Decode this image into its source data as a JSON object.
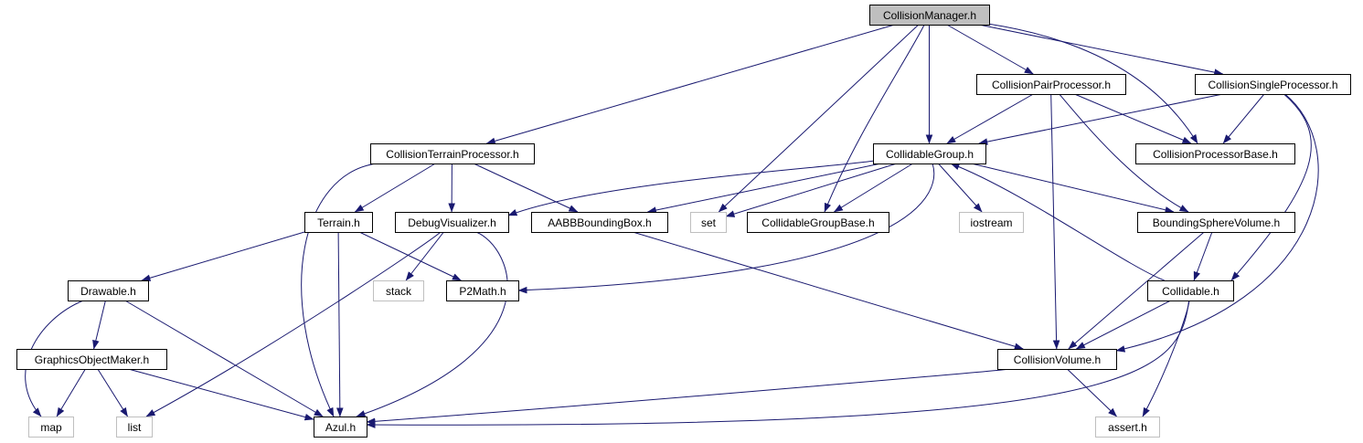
{
  "diagram": {
    "edge_color": "#191970",
    "nodes": [
      {
        "id": "collision-manager",
        "label": "CollisionManager.h",
        "kind": "root"
      },
      {
        "id": "collision-pair-processor",
        "label": "CollisionPairProcessor.h",
        "kind": "project"
      },
      {
        "id": "collision-single-processor",
        "label": "CollisionSingleProcessor.h",
        "kind": "project"
      },
      {
        "id": "collision-terrain-processor",
        "label": "CollisionTerrainProcessor.h",
        "kind": "project"
      },
      {
        "id": "collidable-group",
        "label": "CollidableGroup.h",
        "kind": "project"
      },
      {
        "id": "collision-processor-base",
        "label": "CollisionProcessorBase.h",
        "kind": "project"
      },
      {
        "id": "terrain",
        "label": "Terrain.h",
        "kind": "project"
      },
      {
        "id": "debug-visualizer",
        "label": "DebugVisualizer.h",
        "kind": "project"
      },
      {
        "id": "aabb-bounding-box",
        "label": "AABBBoundingBox.h",
        "kind": "project"
      },
      {
        "id": "set",
        "label": "set",
        "kind": "system"
      },
      {
        "id": "collidable-group-base",
        "label": "CollidableGroupBase.h",
        "kind": "project"
      },
      {
        "id": "iostream",
        "label": "iostream",
        "kind": "system"
      },
      {
        "id": "bounding-sphere-volume",
        "label": "BoundingSphereVolume.h",
        "kind": "project"
      },
      {
        "id": "drawable",
        "label": "Drawable.h",
        "kind": "project"
      },
      {
        "id": "stack",
        "label": "stack",
        "kind": "system"
      },
      {
        "id": "p2math",
        "label": "P2Math.h",
        "kind": "project"
      },
      {
        "id": "collidable",
        "label": "Collidable.h",
        "kind": "project"
      },
      {
        "id": "graphics-object-maker",
        "label": "GraphicsObjectMaker.h",
        "kind": "project"
      },
      {
        "id": "collision-volume",
        "label": "CollisionVolume.h",
        "kind": "project"
      },
      {
        "id": "map",
        "label": "map",
        "kind": "system"
      },
      {
        "id": "list",
        "label": "list",
        "kind": "system"
      },
      {
        "id": "azul",
        "label": "Azul.h",
        "kind": "project"
      },
      {
        "id": "assert",
        "label": "assert.h",
        "kind": "system"
      }
    ],
    "edges": [
      {
        "from": "collision-manager",
        "to": "collision-pair-processor"
      },
      {
        "from": "collision-manager",
        "to": "collision-single-processor"
      },
      {
        "from": "collision-manager",
        "to": "collision-terrain-processor"
      },
      {
        "from": "collision-manager",
        "to": "collidable-group"
      },
      {
        "from": "collision-manager",
        "to": "collision-processor-base"
      },
      {
        "from": "collision-manager",
        "to": "set"
      },
      {
        "from": "collision-manager",
        "to": "collidable-group-base"
      },
      {
        "from": "collision-pair-processor",
        "to": "collidable-group"
      },
      {
        "from": "collision-pair-processor",
        "to": "collision-processor-base"
      },
      {
        "from": "collision-pair-processor",
        "to": "bounding-sphere-volume"
      },
      {
        "from": "collision-pair-processor",
        "to": "collision-volume"
      },
      {
        "from": "collision-single-processor",
        "to": "collidable-group"
      },
      {
        "from": "collision-single-processor",
        "to": "collision-processor-base"
      },
      {
        "from": "collision-single-processor",
        "to": "collidable"
      },
      {
        "from": "collision-single-processor",
        "to": "collision-volume"
      },
      {
        "from": "collision-terrain-processor",
        "to": "terrain"
      },
      {
        "from": "collision-terrain-processor",
        "to": "debug-visualizer"
      },
      {
        "from": "collision-terrain-processor",
        "to": "aabb-bounding-box"
      },
      {
        "from": "collision-terrain-processor",
        "to": "azul"
      },
      {
        "from": "collidable-group",
        "to": "debug-visualizer"
      },
      {
        "from": "collidable-group",
        "to": "aabb-bounding-box"
      },
      {
        "from": "collidable-group",
        "to": "set"
      },
      {
        "from": "collidable-group",
        "to": "collidable-group-base"
      },
      {
        "from": "collidable-group",
        "to": "iostream"
      },
      {
        "from": "collidable-group",
        "to": "bounding-sphere-volume"
      },
      {
        "from": "collidable-group",
        "to": "p2math"
      },
      {
        "from": "collidable",
        "to": "collidable-group"
      },
      {
        "from": "terrain",
        "to": "drawable"
      },
      {
        "from": "terrain",
        "to": "p2math"
      },
      {
        "from": "terrain",
        "to": "azul"
      },
      {
        "from": "debug-visualizer",
        "to": "stack"
      },
      {
        "from": "debug-visualizer",
        "to": "list"
      },
      {
        "from": "debug-visualizer",
        "to": "azul"
      },
      {
        "from": "aabb-bounding-box",
        "to": "collision-volume"
      },
      {
        "from": "bounding-sphere-volume",
        "to": "collidable"
      },
      {
        "from": "bounding-sphere-volume",
        "to": "collision-volume"
      },
      {
        "from": "drawable",
        "to": "graphics-object-maker"
      },
      {
        "from": "drawable",
        "to": "map"
      },
      {
        "from": "drawable",
        "to": "azul"
      },
      {
        "from": "graphics-object-maker",
        "to": "map"
      },
      {
        "from": "graphics-object-maker",
        "to": "list"
      },
      {
        "from": "graphics-object-maker",
        "to": "azul"
      },
      {
        "from": "collidable",
        "to": "collision-volume"
      },
      {
        "from": "collidable",
        "to": "azul"
      },
      {
        "from": "collidable",
        "to": "assert"
      },
      {
        "from": "collision-volume",
        "to": "azul"
      },
      {
        "from": "collision-volume",
        "to": "assert"
      }
    ]
  }
}
